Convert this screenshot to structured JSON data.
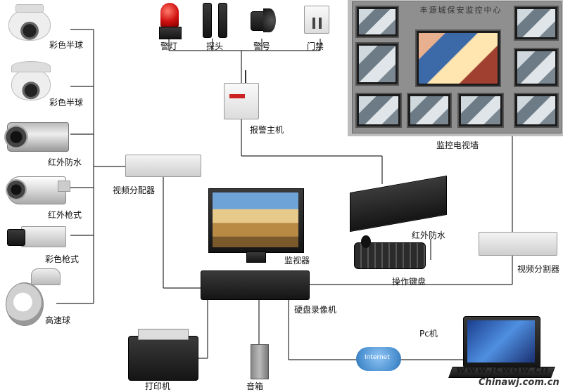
{
  "cameras": [
    {
      "label": "彩色半球",
      "icon": "dome-camera-icon"
    },
    {
      "label": "彩色半球",
      "icon": "dome-camera-icon"
    },
    {
      "label": "红外防水",
      "icon": "ir-bullet-camera-icon"
    },
    {
      "label": "红外枪式",
      "icon": "ir-gun-camera-icon"
    },
    {
      "label": "彩色枪式",
      "icon": "box-camera-icon"
    },
    {
      "label": "高速球",
      "icon": "speed-dome-camera-icon"
    }
  ],
  "alarm_devices": [
    {
      "label": "警灯",
      "icon": "warning-light-icon"
    },
    {
      "label": "探头",
      "icon": "infrared-detector-icon"
    },
    {
      "label": "警号",
      "icon": "siren-icon"
    },
    {
      "label": "门禁",
      "icon": "access-control-keypad-icon"
    }
  ],
  "alarm_host": {
    "label": "报警主机"
  },
  "video_wall": {
    "label": "监控电视墙",
    "title": "丰源城保安监控中心"
  },
  "splitter_left": {
    "label": "视频分配器"
  },
  "splitter_right": {
    "label": "视频分割器"
  },
  "monitor": {
    "label": "监视器"
  },
  "matrix": {
    "label": "红外防水"
  },
  "keyboard": {
    "label": "操作键盘"
  },
  "dvr": {
    "label": "硬盘录像机"
  },
  "printer": {
    "label": "打印机"
  },
  "speaker": {
    "label": "音箱"
  },
  "internet": {
    "label": "Internet",
    "icon": "cloud-icon"
  },
  "pc": {
    "label": "Pc机"
  },
  "watermark": {
    "text": "www.jcwgw.cn",
    "brand": "Chinawj.com.cn"
  },
  "colors": {
    "wire": "#2a2a2a",
    "wall_frame": "#8f8f8f",
    "cloud": "#4a8fd0"
  }
}
